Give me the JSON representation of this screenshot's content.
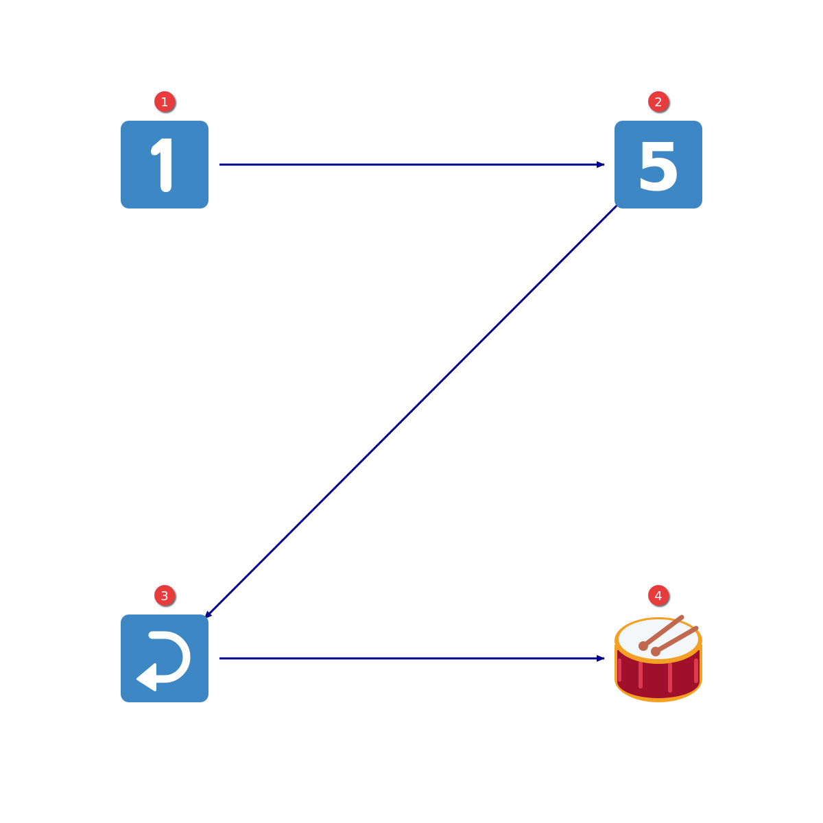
{
  "colors": {
    "background": "#ffffff",
    "tile_blue": "#3d88c4",
    "tile_glyph": "#ffffff",
    "arrow": "#00008b",
    "badge_fill": "#e83b3b",
    "badge_text": "#ffffff"
  },
  "nodes": [
    {
      "id": "n1",
      "order": "1",
      "icon": "keycap-1-icon",
      "glyph": "1"
    },
    {
      "id": "n2",
      "order": "2",
      "icon": "keycap-5-icon",
      "glyph": "5"
    },
    {
      "id": "n3",
      "order": "3",
      "icon": "return-arrow-icon",
      "glyph": ""
    },
    {
      "id": "n4",
      "order": "4",
      "icon": "drum-icon",
      "glyph": ""
    }
  ],
  "edges": [
    {
      "from": "n1",
      "to": "n2"
    },
    {
      "from": "n2",
      "to": "n3"
    },
    {
      "from": "n3",
      "to": "n4"
    }
  ]
}
